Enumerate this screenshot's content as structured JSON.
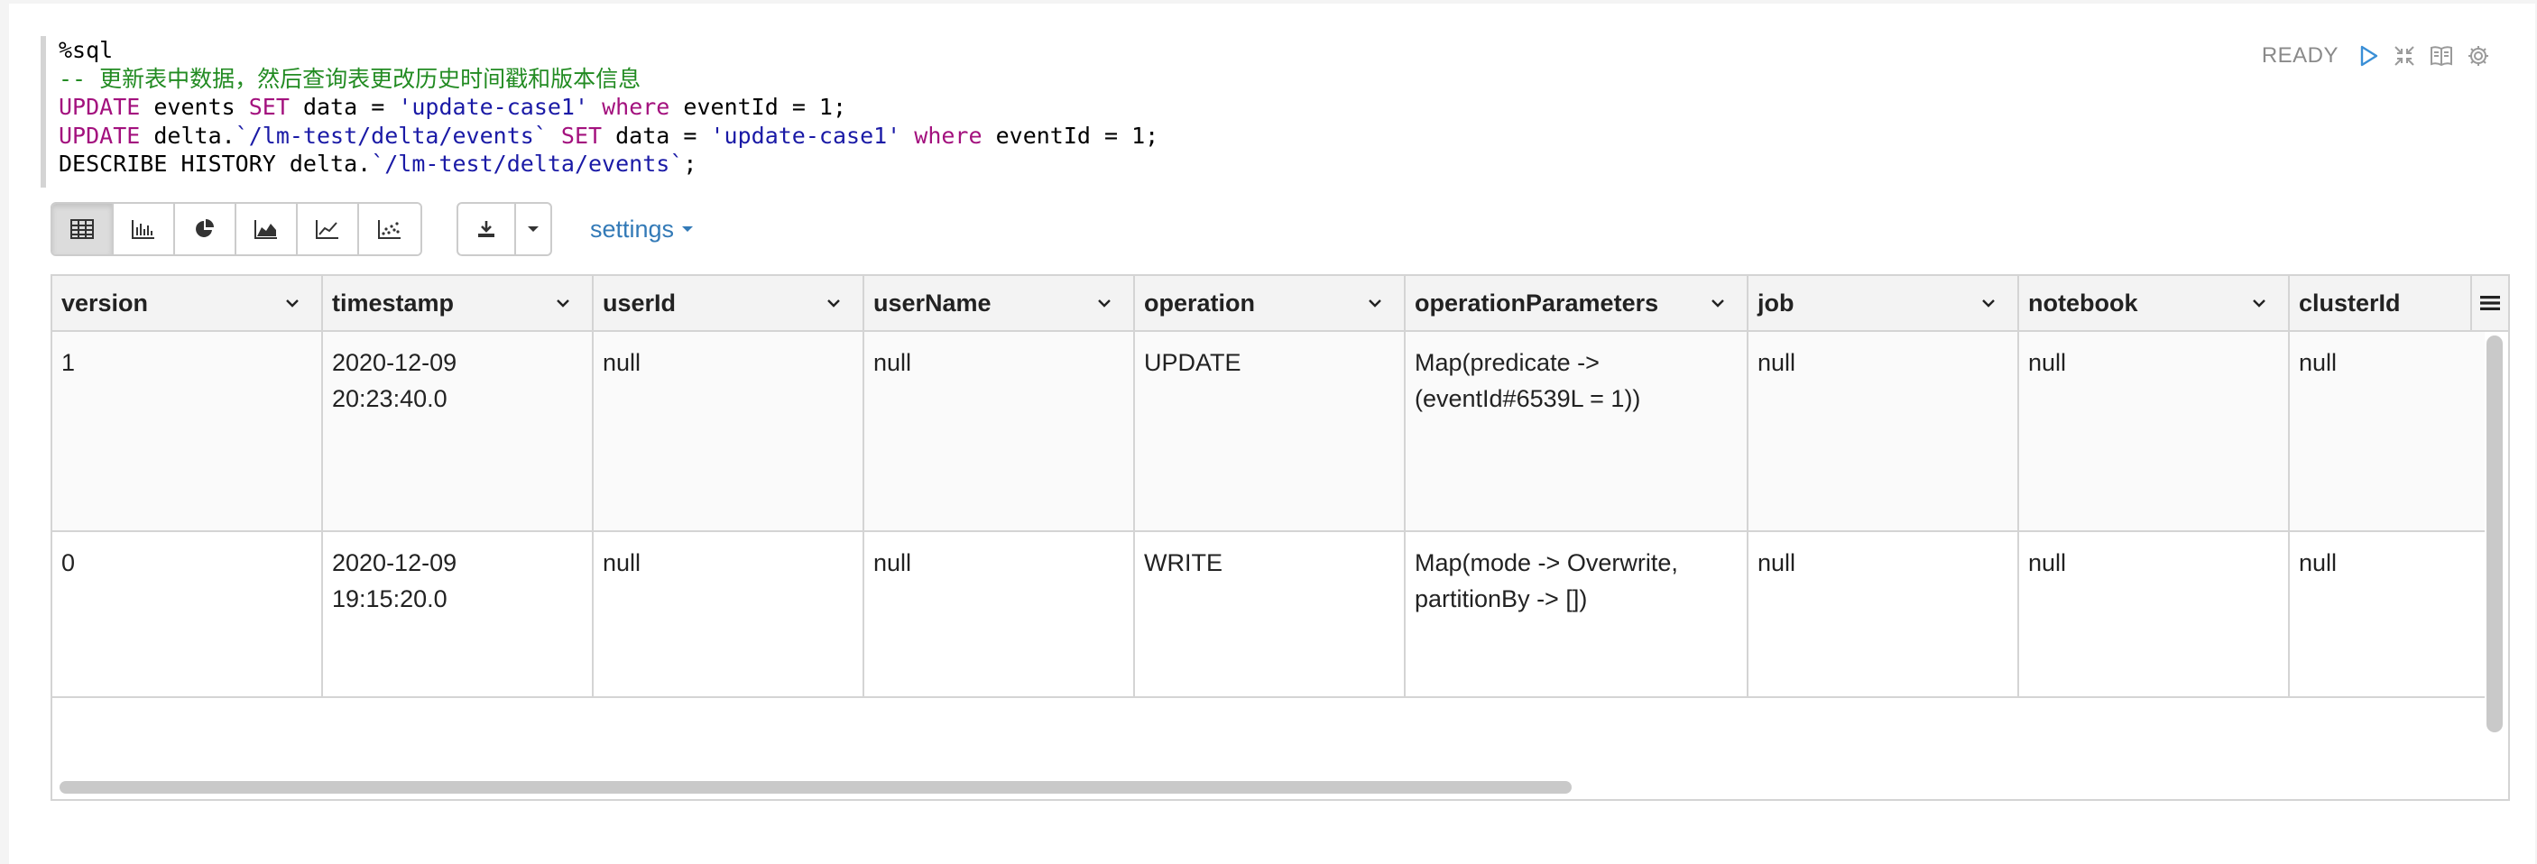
{
  "editor": {
    "magic": "%sql",
    "comment": "-- 更新表中数据，然后查询表更改历史时间戳和版本信息",
    "line3": {
      "kw1": "UPDATE",
      "t1": " events ",
      "kw2": "SET",
      "t2": " data = ",
      "s1": "'update-case1'",
      "t3": " ",
      "kw3": "where",
      "t4": " eventId = 1;"
    },
    "line4": {
      "kw1": "UPDATE",
      "t1": " delta.",
      "s1": "`/lm-test/delta/events`",
      "t2": " ",
      "kw2": "SET",
      "t3": " data = ",
      "s2": "'update-case1'",
      "t4": " ",
      "kw3": "where",
      "t5": " eventId = 1;"
    },
    "line5": {
      "t1": "DESCRIBE HISTORY delta.",
      "s1": "`/lm-test/delta/events`",
      "t2": ";"
    }
  },
  "status": {
    "label": "READY"
  },
  "toolbar": {
    "settings_label": "settings",
    "view_buttons": [
      "table-icon",
      "bar-chart-icon",
      "pie-chart-icon",
      "area-chart-icon",
      "line-chart-icon",
      "scatter-chart-icon"
    ]
  },
  "table": {
    "columns": [
      "version",
      "timestamp",
      "userId",
      "userName",
      "operation",
      "operationParameters",
      "job",
      "notebook",
      "clusterId"
    ],
    "rows": [
      {
        "version": "1",
        "timestamp_date": "2020-12-09",
        "timestamp_time": "20:23:40.0",
        "userId": "null",
        "userName": "null",
        "operation": "UPDATE",
        "operationParameters_l1": "Map(predicate ->",
        "operationParameters_l2": "(eventId#6539L = 1))",
        "job": "null",
        "notebook": "null",
        "clusterId": "null"
      },
      {
        "version": "0",
        "timestamp_date": "2020-12-09",
        "timestamp_time": "19:15:20.0",
        "userId": "null",
        "userName": "null",
        "operation": "WRITE",
        "operationParameters_l1": "Map(mode -> Overwrite,",
        "operationParameters_l2": "partitionBy -> [])",
        "job": "null",
        "notebook": "null",
        "clusterId": "null"
      }
    ]
  },
  "colors": {
    "keyword": "#a3117e",
    "string": "#1a1aa6",
    "comment": "#228b22",
    "link": "#337ab7"
  }
}
